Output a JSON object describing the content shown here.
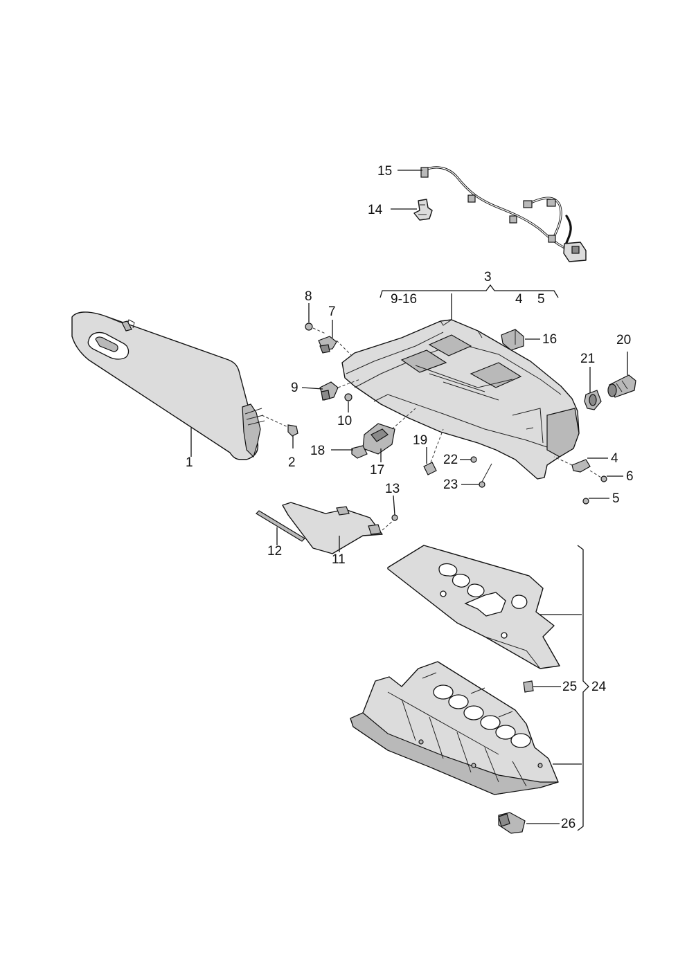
{
  "callouts": {
    "c1": "1",
    "c2": "2",
    "c3": "3",
    "c3_sub_left": "9-16",
    "c3_sub_4": "4",
    "c3_sub_5": "5",
    "c4": "4",
    "c5": "5",
    "c6": "6",
    "c7": "7",
    "c8": "8",
    "c9": "9",
    "c10": "10",
    "c11": "11",
    "c12": "12",
    "c13": "13",
    "c14": "14",
    "c15": "15",
    "c16": "16",
    "c17": "17",
    "c18": "18",
    "c19": "19",
    "c20": "20",
    "c21": "21",
    "c22": "22",
    "c23": "23",
    "c24": "24",
    "c25": "25",
    "c26": "26"
  }
}
